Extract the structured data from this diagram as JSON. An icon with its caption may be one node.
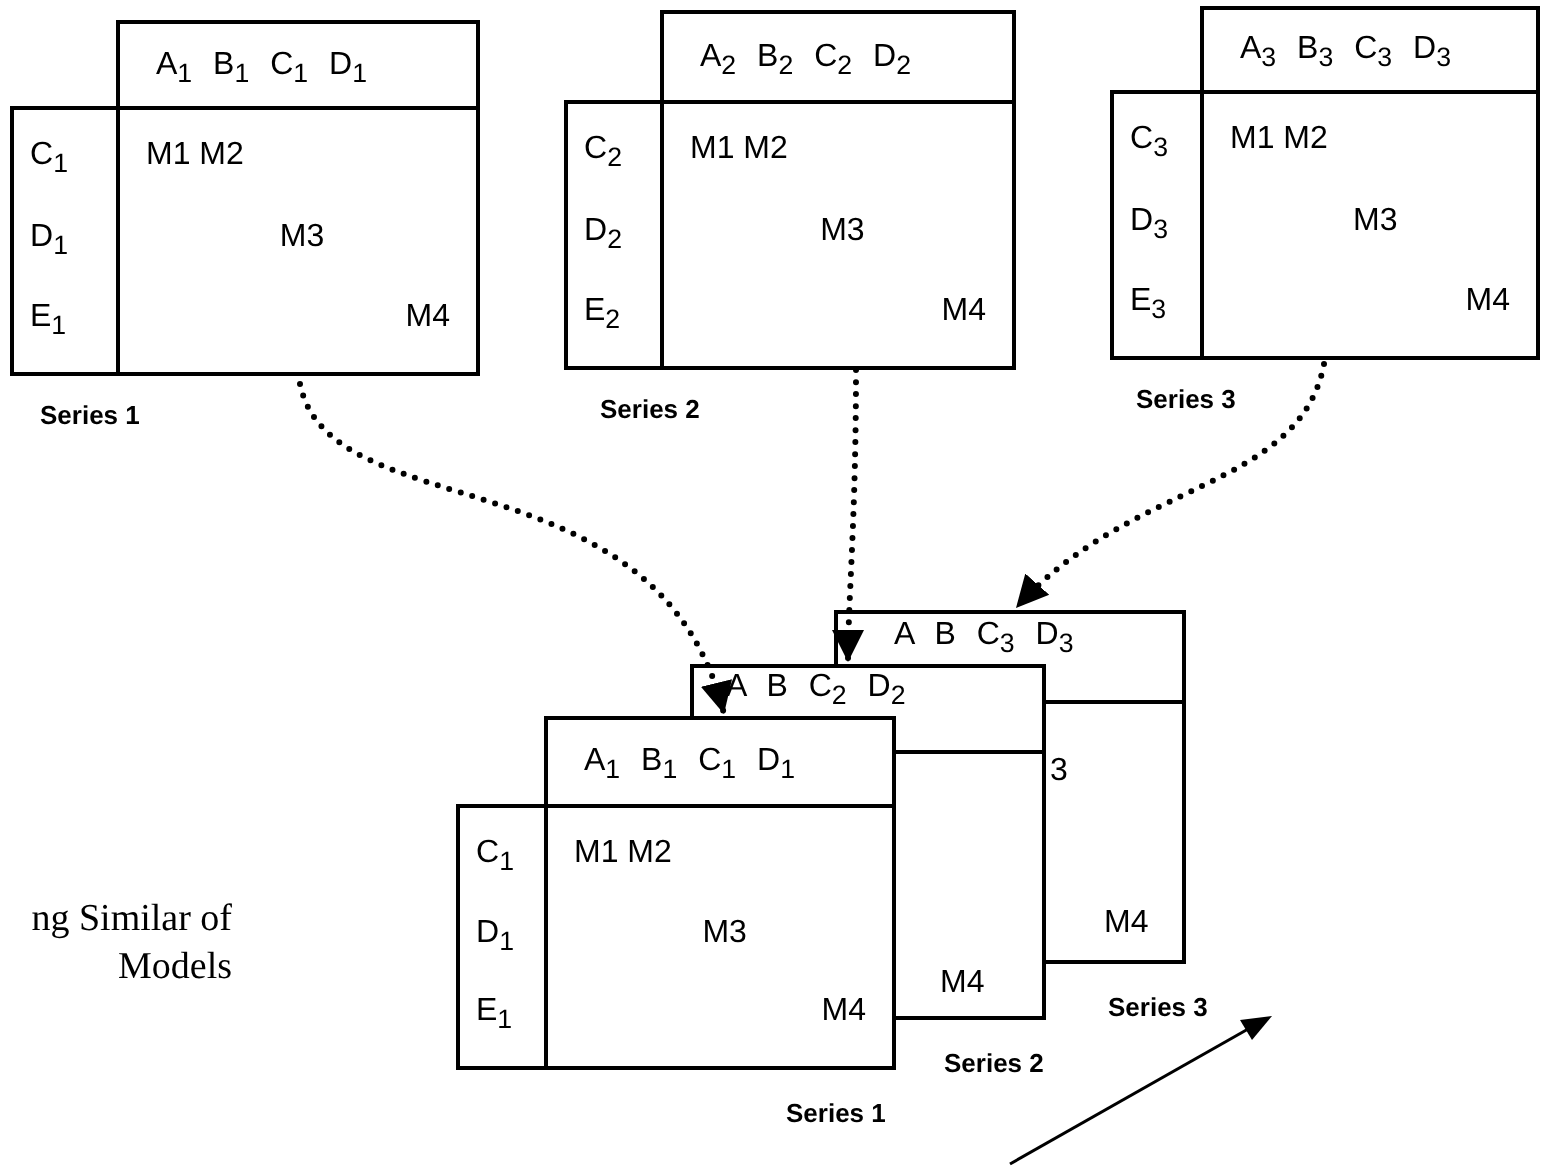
{
  "diagram": {
    "nodes": [
      {
        "text": [
          "A$_{1}$ B$_{1}$ C$_{1}$ D$_{1}$",
          "C$_{1}$",
          "M1 M2",
          "D$_{1}$",
          "M3",
          "E$_{1}$",
          "M4"
        ],
        "beside": [
          "Series 1"
        ]
      },
      {
        "text": [
          "A$_{2}$ B$_{2}$ C$_{2}$ D$_{2}$",
          "C$_{2}$",
          "M1 M2",
          "D$_{2}$",
          "M3",
          "E$_{2}$",
          "M4"
        ],
        "beside": [
          "Series 2"
        ]
      },
      {
        "text": [
          "A$_{3}$ B$_{3}$ C$_{3}$ D$_{3}$",
          "C$_{3}$",
          "M1 M2",
          "D$_{3}$",
          "M3",
          "E$_{3}$",
          "M4"
        ],
        "beside": [
          "Series 3"
        ]
      },
      {
        "text": [
          "A B C$_{3}$ D$_{3}$",
          "3",
          "M4"
        ],
        "beside": [
          "Series 3"
        ]
      },
      {
        "text": [
          "A B C$_{2}$ D$_{2}$",
          "M4"
        ],
        "beside": [
          "Series 2"
        ]
      },
      {
        "text": [
          "A$_{1}$ B$_{1}$ C$_{1}$ D$_{1}$",
          "C$_{1}$",
          "M1 M2",
          "D$_{1}$",
          "M3",
          "E$_{1}$",
          "M4"
        ],
        "beside": [
          "Series 1"
        ]
      }
    ],
    "edges": [
      {
        "from": 0,
        "to": 5,
        "arrow": "to",
        "style": "dashed"
      },
      {
        "from": 1,
        "to": 4,
        "arrow": "to",
        "style": "dashed"
      },
      {
        "from": 2,
        "to": 3,
        "arrow": "to",
        "style": "dashed"
      }
    ],
    "labels": [
      "ng Similar of Models"
    ]
  }
}
